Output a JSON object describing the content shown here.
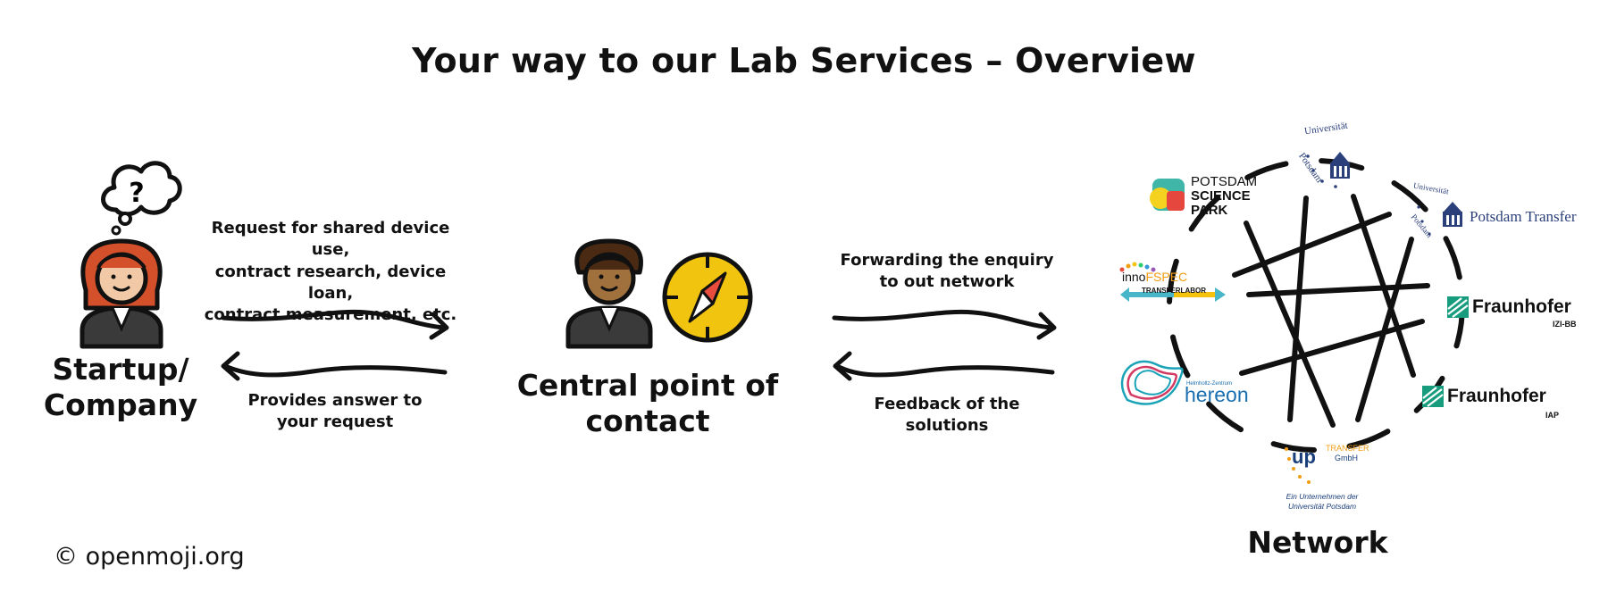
{
  "title": "Your way to our Lab Services – Overview",
  "startup": {
    "label_line1": "Startup/",
    "label_line2": "Company"
  },
  "contact": {
    "label": "Central point of contact"
  },
  "network": {
    "label": "Network"
  },
  "arrows": {
    "request": [
      "Request for shared device use,",
      "contract research, device loan,",
      "contract measurement, etc."
    ],
    "answer": [
      "Provides answer to",
      "your request"
    ],
    "forward": [
      "Forwarding the enquiry",
      "to out network"
    ],
    "feedback": "Feedback of the solutions"
  },
  "credit": "© openmoji.org",
  "partners": {
    "uni_top": {
      "word1": "Universität",
      "word2": "Potsdam"
    },
    "potsdam_science_park": [
      "POTSDAM",
      "SCIENCE",
      "PARK"
    ],
    "potsdam_transfer": {
      "small": "Universität",
      "small2": "Potsdam",
      "name": "Potsdam Transfer"
    },
    "innofspec": {
      "name_a": "inno",
      "name_b": "FSPEC",
      "sub": "TRANSFERLABOR"
    },
    "fraunhofer_izi": {
      "name": "Fraunhofer",
      "sub": "IZI-BB"
    },
    "hereon": {
      "small": "Helmholtz-Zentrum",
      "name": "hereon"
    },
    "fraunhofer_iap": {
      "name": "Fraunhofer",
      "sub": "IAP"
    },
    "up_transfer": {
      "up": "up",
      "transfer": "TRANSFER",
      "gmbh": "GmbH",
      "note1": "Ein Unternehmen der",
      "note2": "Universität Potsdam"
    }
  },
  "colors": {
    "ink": "#111111",
    "hair": "#d4502a",
    "skin": "#f2c9a6",
    "compass": "#f1c40f",
    "fraunhofer": "#179c7d",
    "hereon": "#1a6fb0",
    "uni_blue": "#2b3f7a"
  }
}
